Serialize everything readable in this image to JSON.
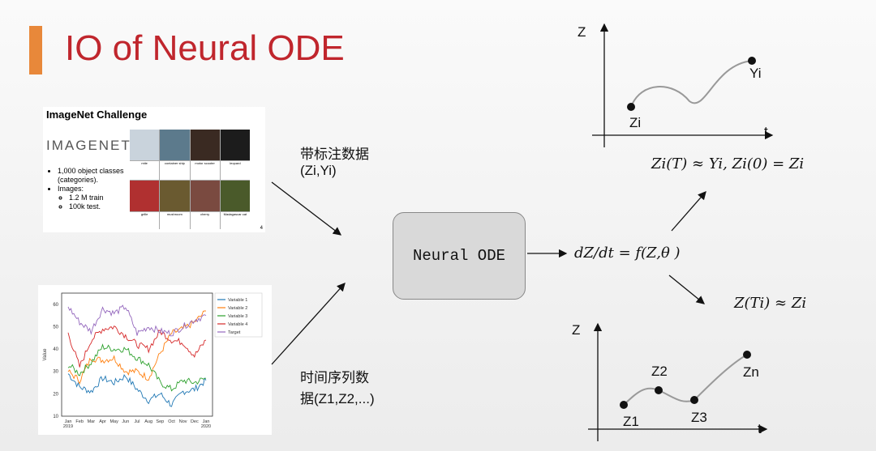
{
  "title": "IO of Neural ODE",
  "colors": {
    "accent": "#e8883a",
    "title": "#c0262d"
  },
  "imagenet": {
    "heading": "ImageNet Challenge",
    "logo": "IMAGENET",
    "bullets": [
      "1,000 object classes (categories).",
      "Images:"
    ],
    "sub_bullets": [
      "1.2 M train",
      "100k test."
    ],
    "tiles": [
      "mite",
      "container ship",
      "motor scooter",
      "leopard",
      "grille",
      "mushroom",
      "cherry",
      "Madagascar cat"
    ],
    "page": "4"
  },
  "chart_data": {
    "type": "line",
    "ylabel": "Value",
    "xlabel": "",
    "ylim": [
      10,
      65
    ],
    "yticks": [
      "10",
      "20",
      "30",
      "40",
      "50",
      "60"
    ],
    "categories": [
      "Jan\n2019",
      "Feb",
      "Mar",
      "Apr",
      "May",
      "Jun",
      "Jul",
      "Aug",
      "Sep",
      "Oct",
      "Nov",
      "Dec",
      "Jan\n2020"
    ],
    "legend_position": "right",
    "series": [
      {
        "name": "Variable 1",
        "color": "#1f77b4",
        "values": [
          29,
          23,
          21,
          27,
          25,
          28,
          22,
          17,
          20,
          15,
          21,
          22,
          26
        ]
      },
      {
        "name": "Variable 2",
        "color": "#ff7f0e",
        "values": [
          30,
          26,
          36,
          35,
          36,
          30,
          30,
          27,
          38,
          47,
          49,
          52,
          57
        ]
      },
      {
        "name": "Variable 3",
        "color": "#2ca02c",
        "values": [
          33,
          29,
          34,
          41,
          40,
          40,
          36,
          33,
          25,
          22,
          26,
          25,
          27
        ]
      },
      {
        "name": "Variable 4",
        "color": "#d62728",
        "values": [
          47,
          32,
          44,
          49,
          50,
          46,
          42,
          40,
          48,
          44,
          43,
          37,
          44
        ]
      },
      {
        "name": "Target",
        "color": "#9467bd",
        "values": [
          59,
          52,
          48,
          58,
          56,
          59,
          47,
          50,
          48,
          47,
          50,
          53,
          55
        ]
      }
    ]
  },
  "labels": {
    "labeled_data": "带标注数据",
    "labeled_pair": "(Zi,Yi)",
    "timeseries_1": "时间序列数",
    "timeseries_2": "据(Z1,Z2,...)",
    "neural_ode": "Neural ODE",
    "ode_eq": "dZ/dt = f(Z,θ )",
    "eq_top": "Zi(T) ≈ Yi, Zi(0) = Zi",
    "eq_bottom": "Z(Ti) ≈ Zi"
  },
  "plot_top": {
    "y_axis": "Z",
    "x_axis": "t",
    "start": "Zi",
    "end": "Yi"
  },
  "plot_bottom": {
    "y_axis": "Z",
    "x_axis": "t",
    "points": [
      "Z1",
      "Z2",
      "Z3",
      "Zn"
    ]
  }
}
